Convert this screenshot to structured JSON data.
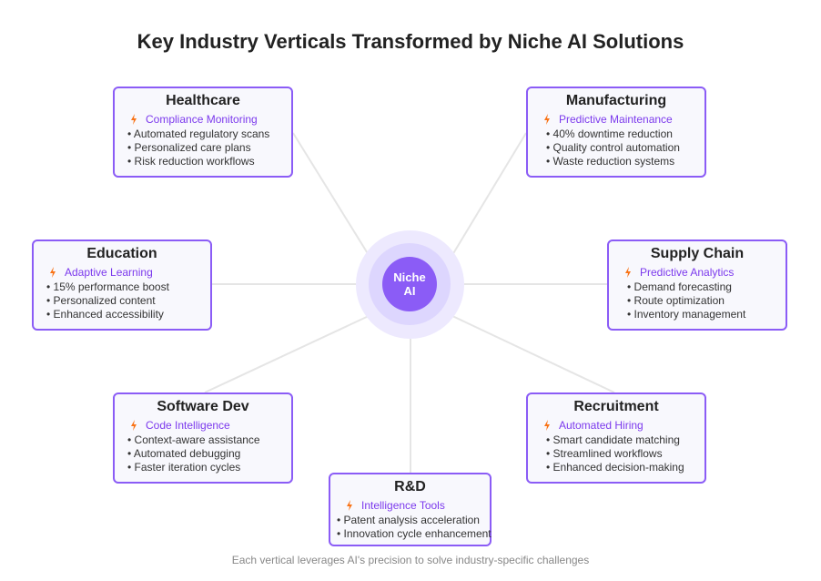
{
  "title": "Key Industry Verticals Transformed by Niche AI Solutions",
  "hub": {
    "label": "Niche\nAI"
  },
  "colors": {
    "accent": "#8b5cf6",
    "feature_text": "#7c3aed",
    "bolt": "#f97316",
    "hub_ring_outer": "#ede9fe",
    "hub_ring_mid": "#ddd6fe",
    "connector": "#e5e5e5"
  },
  "icons": {
    "feature": "lightning-bolt-icon"
  },
  "cards": [
    {
      "title": "Healthcare",
      "feature": "Compliance Monitoring",
      "items": [
        "• Automated regulatory scans",
        "• Personalized care plans",
        "• Risk reduction workflows"
      ]
    },
    {
      "title": "Manufacturing",
      "feature": "Predictive Maintenance",
      "items": [
        "• 40% downtime reduction",
        "• Quality control automation",
        "• Waste reduction systems"
      ]
    },
    {
      "title": "Education",
      "feature": "Adaptive Learning",
      "items": [
        "• 15% performance boost",
        "• Personalized content",
        "• Enhanced accessibility"
      ]
    },
    {
      "title": "Supply Chain",
      "feature": "Predictive Analytics",
      "items": [
        "• Demand forecasting",
        "• Route optimization",
        "• Inventory management"
      ]
    },
    {
      "title": "Software Dev",
      "feature": "Code Intelligence",
      "items": [
        "• Context-aware assistance",
        "• Automated debugging",
        "• Faster iteration cycles"
      ]
    },
    {
      "title": "Recruitment",
      "feature": "Automated Hiring",
      "items": [
        "• Smart candidate matching",
        "• Streamlined workflows",
        "• Enhanced decision-making"
      ]
    },
    {
      "title": "R&D",
      "feature": "Intelligence Tools",
      "items": [
        "• Patent analysis acceleration",
        "• Innovation cycle enhancement"
      ]
    }
  ],
  "footer": "Each vertical leverages AI's precision to solve industry-specific challenges"
}
